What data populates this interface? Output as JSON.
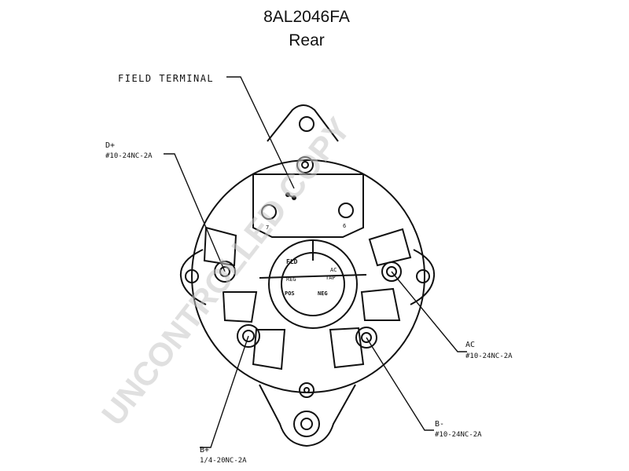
{
  "title": "8AL2046FA",
  "subtitle": "Rear",
  "watermark": "UNCONTROLLED COPY",
  "labels": {
    "field_terminal": "FIELD TERMINAL",
    "d_plus_name": "D+",
    "d_plus_spec": "#10-24NC-2A",
    "ac_name": "AC",
    "ac_spec": "#10-24NC-2A",
    "b_minus_name": "B-",
    "b_minus_spec": "#10-24NC-2A",
    "b_plus_name": "B+",
    "b_plus_spec": "1/4-20NC-2A"
  },
  "hub_labels": {
    "fld": "FLD",
    "reg": "REG",
    "ac_tap_1": "AC",
    "ac_tap_2": "TAP",
    "pos": "POS",
    "neg": "NEG"
  },
  "regulator_marks": {
    "left": "7",
    "right": "6"
  }
}
